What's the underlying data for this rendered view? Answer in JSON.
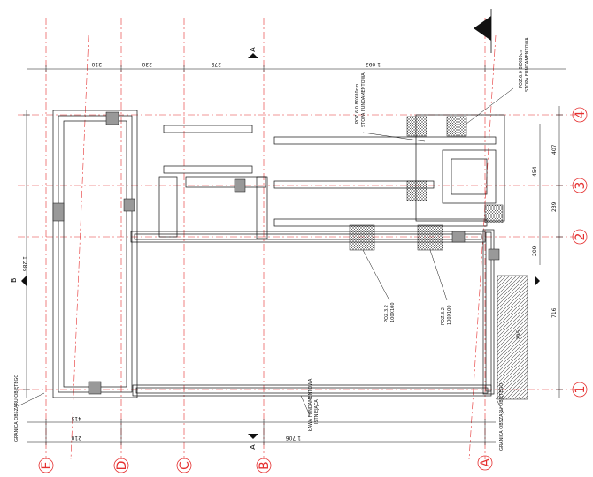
{
  "axes": {
    "letters": [
      "E",
      "D",
      "C",
      "B",
      "A"
    ],
    "numbers": [
      "4",
      "3",
      "2",
      "1"
    ]
  },
  "section_marks": {
    "top": "A",
    "bottom": "A",
    "left": "B"
  },
  "dims_top": {
    "d1": "210",
    "d2": "330",
    "d3": "375",
    "total": "1 093"
  },
  "dims_bottom": {
    "d1": "210",
    "d2": "1 706",
    "d3": "415"
  },
  "dims_left": {
    "total": "1 286"
  },
  "dims_right": {
    "d1": "407",
    "d2": "454",
    "d3": "239",
    "d4": "209",
    "d5": "716",
    "d6": "295"
  },
  "labels": {
    "lawa_title": "ŁAWA FUNDAMENTOWA",
    "lawa_sub": "ISTNIEJĄCA",
    "stopa_top": "POZ.6.0 80X80cm",
    "stopa_top_sub": "STOPA FUNDAMENTOWA",
    "poz32": "POZ.3.2",
    "poz32_size": "100X100",
    "poz33": "POZ.3.2",
    "poz33_size": "100X100",
    "note_left": "GRANICA OBSZARU OBJĘTEGO",
    "note_right": "GRANICA OBSZARU OBJĘTEGO"
  },
  "colors": {
    "axis": "#e53030",
    "line": "#111111",
    "hatch": "#555555",
    "wall_fill": "#d8d8d8"
  }
}
